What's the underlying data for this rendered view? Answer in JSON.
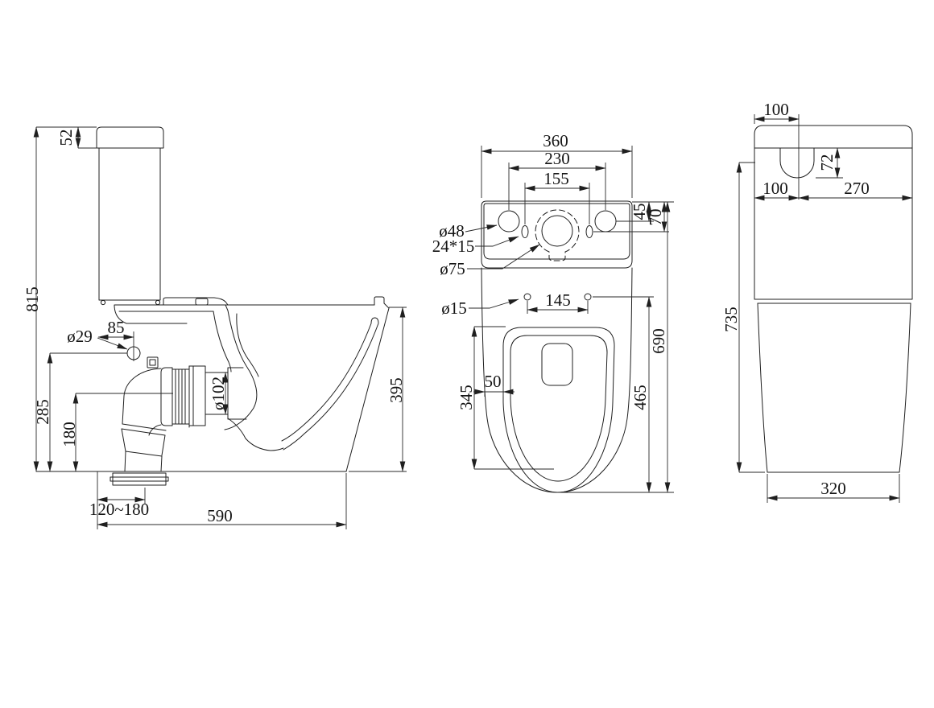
{
  "drawing": {
    "background": "#ffffff",
    "line_color": "#1f1f1f",
    "views": {
      "side": {
        "label": "side-section-view",
        "dims": {
          "lid_height": "52",
          "overall_height": "815",
          "inlet_hole_dia": "ø29",
          "inlet_hole_offset": "85",
          "inlet_hole_height": "285",
          "outlet_center_height": "180",
          "outlet_dia": "ø102",
          "rim_height": "395",
          "outlet_setout_range": "120~180",
          "overall_depth": "590"
        }
      },
      "plan": {
        "label": "top-plan-view",
        "dims": {
          "cistern_width": "360",
          "fixing_hole_spacing": "230",
          "slot_spacing": "155",
          "fixing_hole_dia": "ø48",
          "slot_size": "24*15",
          "flush_valve_dia": "ø75",
          "seat_hole_dia": "ø15",
          "seat_hole_spacing": "145",
          "edge_to_fixing_hole": "45",
          "edge_to_slot": "70",
          "bowl_opening_length": "345",
          "seat_side_gap": "50",
          "seat_length": "465",
          "overall_length": "690"
        }
      },
      "rear": {
        "label": "rear-elevation-view",
        "dims": {
          "recess_width": "100",
          "recess_depth": "72",
          "recess_offset": "100",
          "tank_remainder": "270",
          "body_height": "735",
          "base_width": "320"
        }
      }
    }
  }
}
